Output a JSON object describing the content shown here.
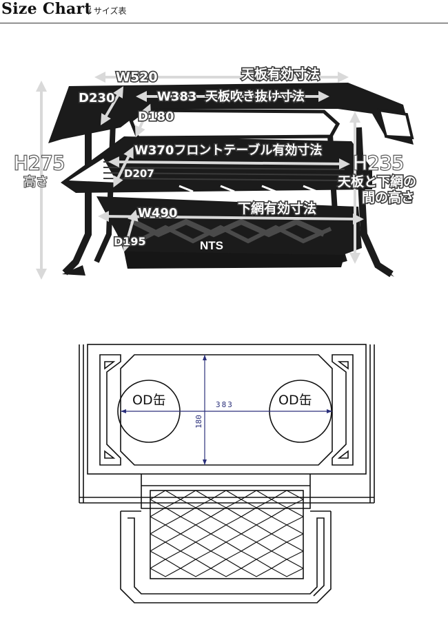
{
  "header": {
    "title": "Size Chart",
    "subtitle": "/ サイズ表"
  },
  "product_diagram": {
    "labels": {
      "top_width": "W520",
      "top_effective": "天板有効寸法",
      "top_depth": "D230",
      "opening_width": "W383",
      "opening_label": "天板吹き抜け寸法",
      "opening_depth": "D180",
      "front_table": "W370フロントテーブル有効寸法",
      "front_depth": "D207",
      "height": "H275",
      "height_caption": "高さ",
      "height_between": "H235",
      "height_between_caption_1": "天板と下網の",
      "height_between_caption_2": "間の高さ",
      "lower_width": "W490",
      "lower_effective": "下網有効寸法",
      "lower_depth": "D195",
      "brand_mark": "NTS"
    }
  },
  "plan_diagram": {
    "left_hole": "OD缶",
    "right_hole": "OD缶",
    "width_dim": "383",
    "depth_dim": "180"
  },
  "colors": {
    "metal": "#1b1b1b",
    "arrow": "#d9d9d9",
    "dimension_line": "#2a2f7a"
  }
}
